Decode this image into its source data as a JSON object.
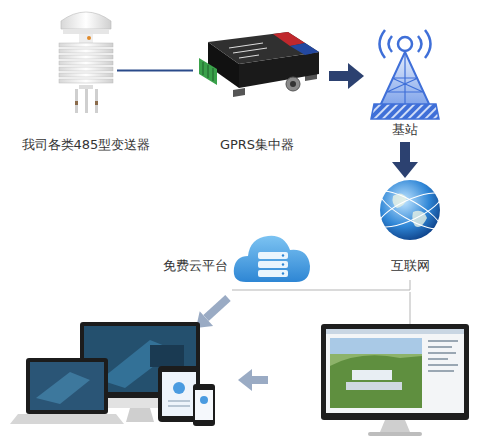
{
  "diagram": {
    "nodes": [
      {
        "text": [
          "我司各类485型变送器"
        ]
      },
      {
        "text": [
          "GPRS集中器"
        ]
      },
      {
        "text": [
          "基站"
        ]
      },
      {
        "text": [
          "互联网"
        ]
      },
      {
        "text": [
          "免费云平台"
        ]
      }
    ],
    "edges": [
      {
        "from": 0,
        "to": 1,
        "arrow": "none"
      },
      {
        "from": 1,
        "to": 2,
        "arrow": "to"
      },
      {
        "from": 2,
        "to": 3,
        "arrow": "to"
      },
      {
        "from": 3,
        "to": 4,
        "arrow": "none"
      }
    ]
  }
}
